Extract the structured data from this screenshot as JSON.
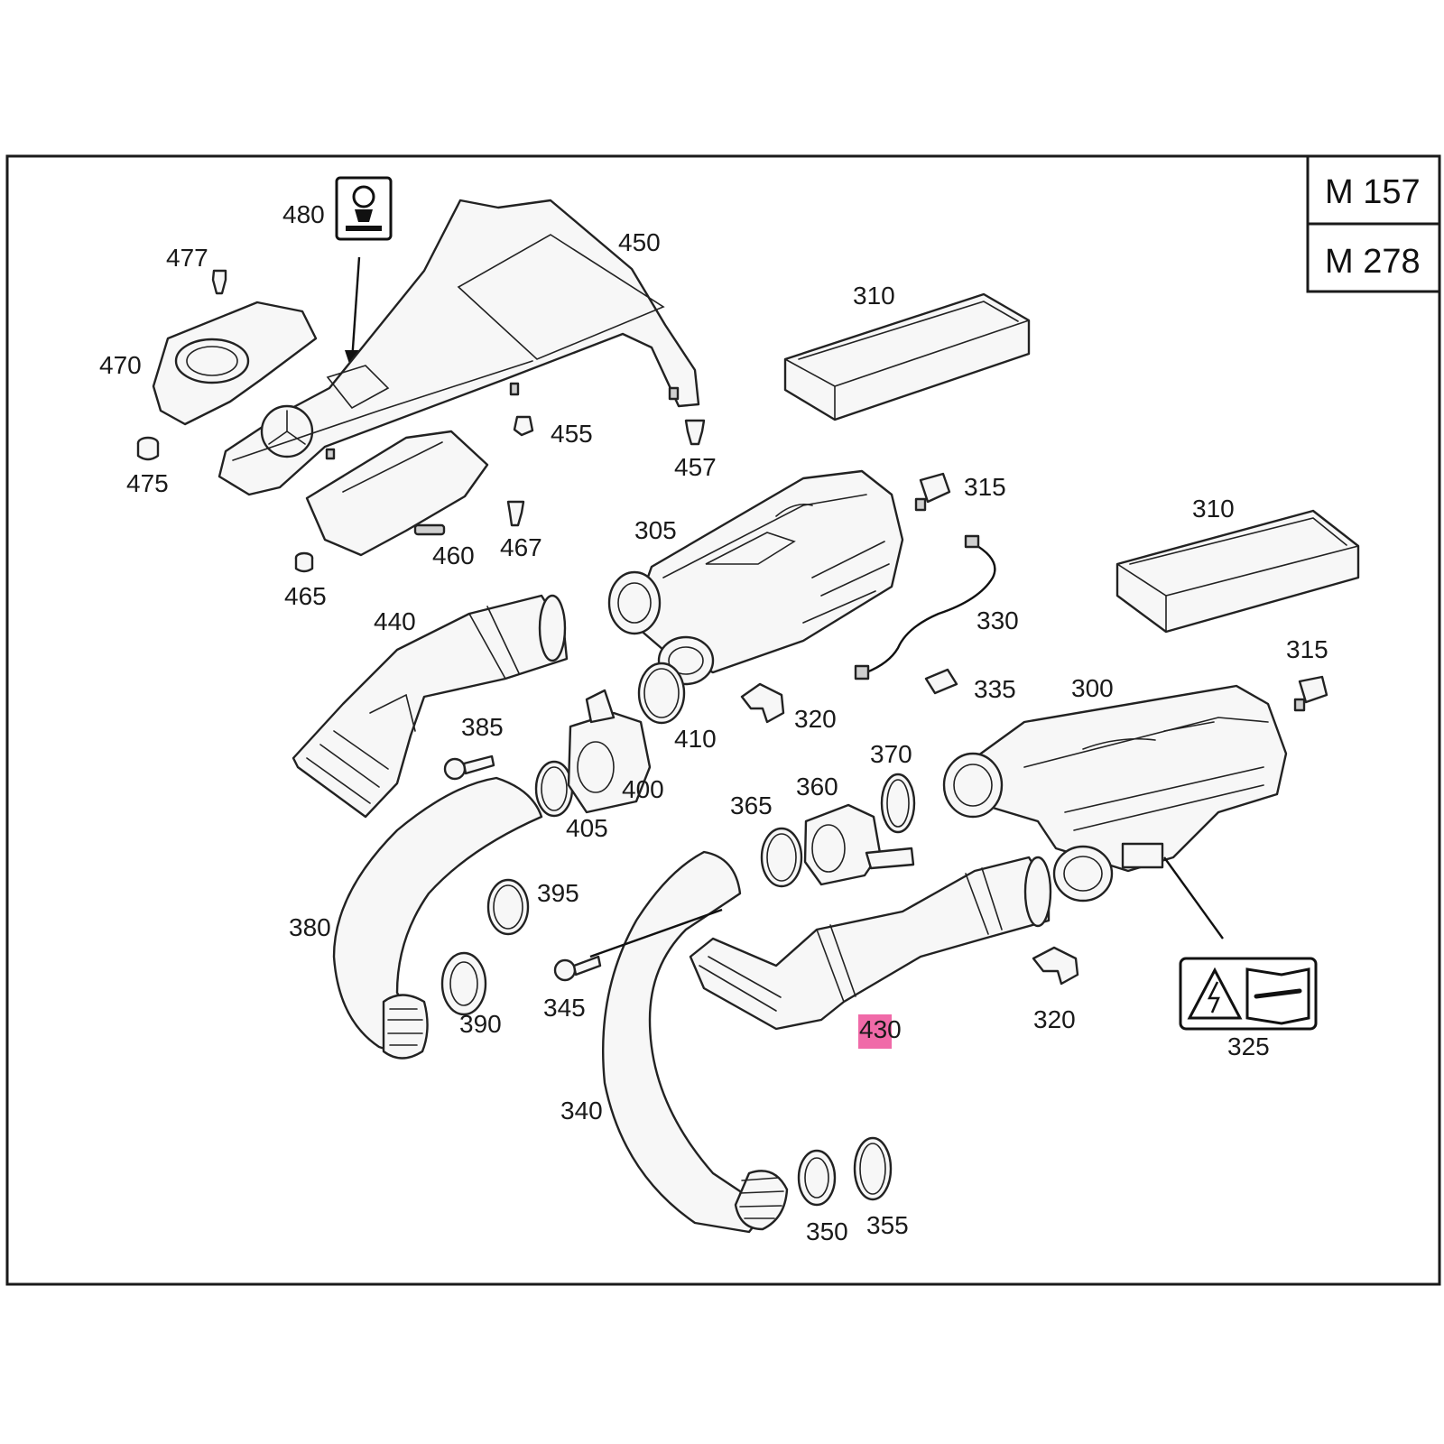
{
  "engine_codes": [
    "M 157",
    "M 278"
  ],
  "highlight_color": "#f06aa8",
  "callouts": {
    "c480": "480",
    "c477": "477",
    "c450": "450",
    "c470": "470",
    "c475": "475",
    "c455": "455",
    "c457": "457",
    "c310a": "310",
    "c310b": "310",
    "c315a": "315",
    "c315b": "315",
    "c305": "305",
    "c460": "460",
    "c467": "467",
    "c465": "465",
    "c440": "440",
    "c330": "330",
    "c335": "335",
    "c300": "300",
    "c385": "385",
    "c410": "410",
    "c320a": "320",
    "c320b": "320",
    "c400": "400",
    "c370": "370",
    "c405": "405",
    "c365": "365",
    "c360": "360",
    "c395": "395",
    "c380": "380",
    "c390": "390",
    "c345": "345",
    "c430": "430",
    "c325": "325",
    "c340": "340",
    "c350": "350",
    "c355": "355"
  },
  "icons": [
    "lubricant-icon",
    "electrical-hazard-icon",
    "service-manual-icon"
  ]
}
